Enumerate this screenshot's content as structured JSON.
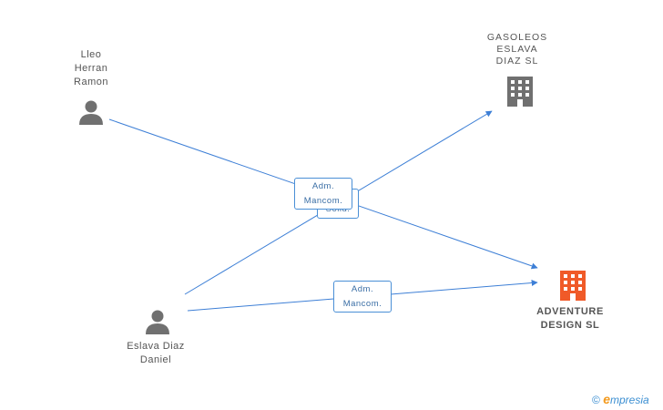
{
  "nodes": {
    "lleo": {
      "lines": [
        "Lleo",
        "Herran",
        "Ramon"
      ],
      "kind": "person"
    },
    "gasoleos": {
      "lines": [
        "GASOLEOS",
        "ESLAVA",
        "DIAZ  SL"
      ],
      "kind": "company"
    },
    "adventure": {
      "lines": [
        "ADVENTURE",
        "DESIGN  SL"
      ],
      "kind": "company-main"
    },
    "eslava": {
      "lines": [
        "Eslava Diaz",
        "Daniel"
      ],
      "kind": "person"
    }
  },
  "edge_labels": {
    "top_back": {
      "lines": [
        "Solid."
      ]
    },
    "top_front": {
      "lines": [
        "Adm.",
        "Mancom."
      ]
    },
    "bottom": {
      "lines": [
        "Adm.",
        "Mancom."
      ]
    }
  },
  "colors": {
    "edge": "#3d7fd6",
    "person_icon": "#707070",
    "company_icon": "#707070",
    "main_company_icon": "#f05a28"
  },
  "credit": {
    "symbol": "©",
    "brand_initial": "e",
    "brand_rest": "mpresia"
  }
}
